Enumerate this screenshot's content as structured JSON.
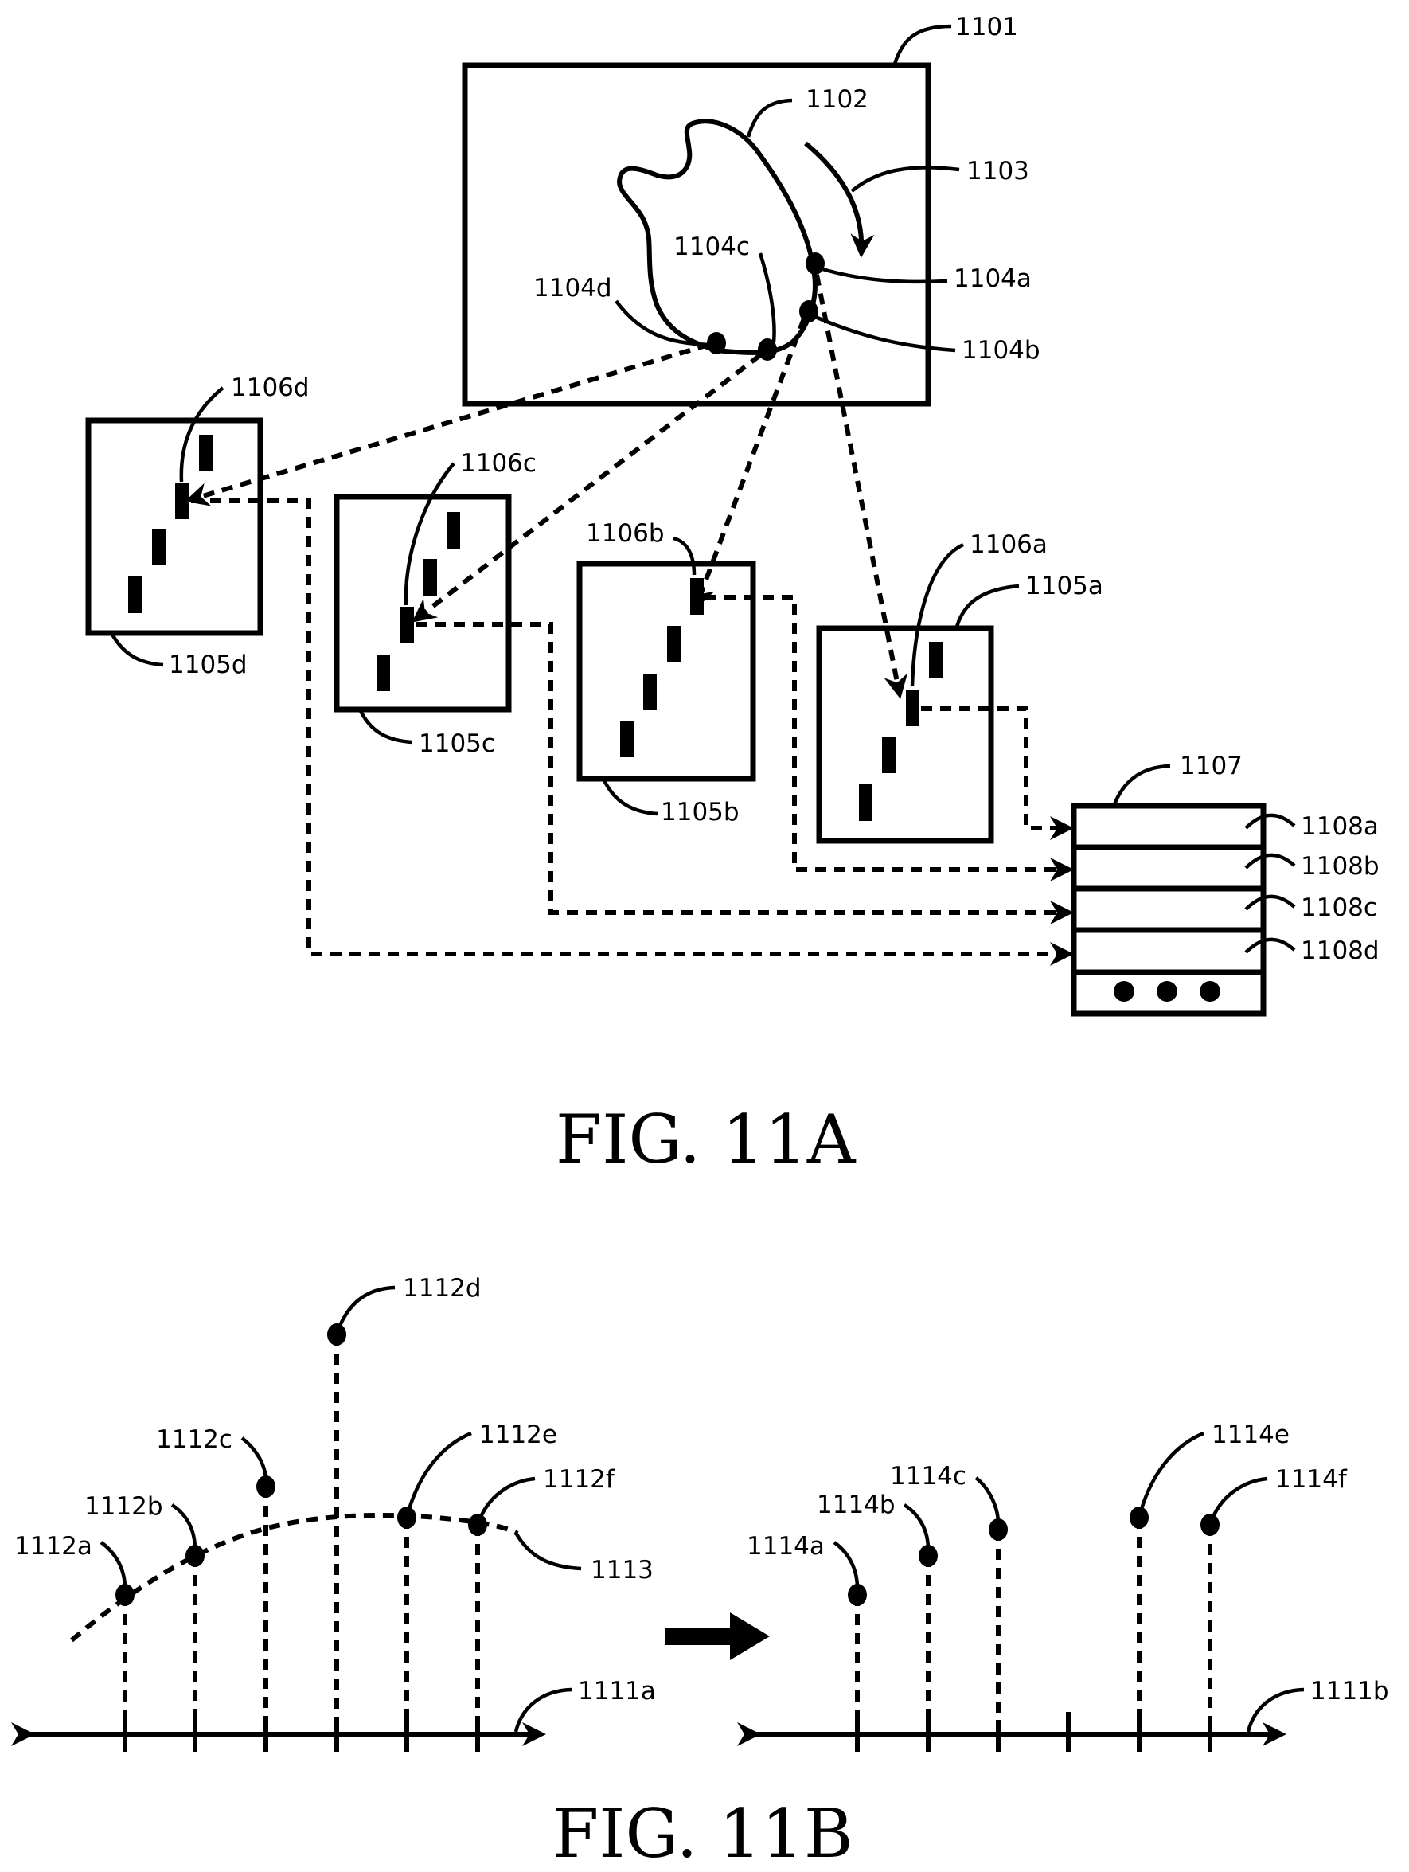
{
  "figures": [
    {
      "caption": "FIG. 11A",
      "labels": {
        "frame": "1101",
        "contour": "1102",
        "direction": "1103",
        "points": [
          "1104a",
          "1104b",
          "1104c",
          "1104d"
        ],
        "features": [
          "1106a",
          "1106b",
          "1106c",
          "1106d"
        ],
        "patches": [
          "1105a",
          "1105b",
          "1105c",
          "1105d"
        ],
        "store": "1107",
        "slots": [
          "1108a",
          "1108b",
          "1108c",
          "1108d"
        ]
      }
    },
    {
      "caption": "FIG. 11B",
      "labels": {
        "left_points": [
          "1112a",
          "1112b",
          "1112c",
          "1112d",
          "1112e",
          "1112f"
        ],
        "curve": "1113",
        "left_axis": "1111a",
        "right_points": [
          "1114a",
          "1114b",
          "1114c",
          "1114e",
          "1114f"
        ],
        "right_axis": "1111b"
      }
    }
  ]
}
